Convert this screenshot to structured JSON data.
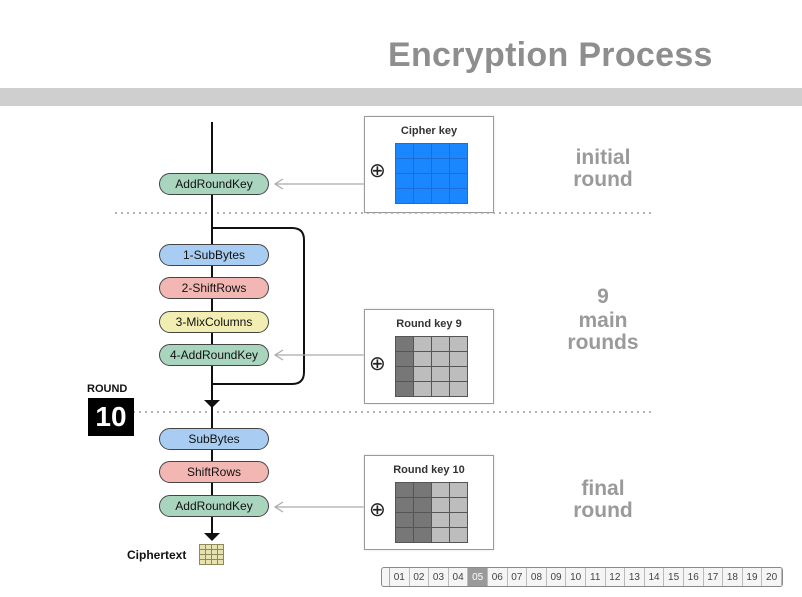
{
  "title": "Encryption Process",
  "flow": {
    "initial": [
      "AddRoundKey"
    ],
    "main": [
      "1-SubBytes",
      "2-ShiftRows",
      "3-MixColumns",
      "4-AddRoundKey"
    ],
    "final": [
      "SubBytes",
      "ShiftRows",
      "AddRoundKey"
    ]
  },
  "keys": {
    "cipher": "Cipher key",
    "round9": "Round key  9",
    "round10": "Round key 10"
  },
  "xor_symbol": "⊕",
  "sections": {
    "initial": "initial\nround",
    "main_count": "9",
    "main": "main\nrounds",
    "final": "final\nround"
  },
  "round_label": "ROUND",
  "round_number": "10",
  "ciphertext_label": "Ciphertext",
  "pager": {
    "pages": [
      "01",
      "02",
      "03",
      "04",
      "05",
      "06",
      "07",
      "08",
      "09",
      "10",
      "11",
      "12",
      "13",
      "14",
      "15",
      "16",
      "17",
      "18",
      "19",
      "20"
    ],
    "current": "05"
  },
  "colors": {
    "addroundkey": "#a9d5bf",
    "subbytes": "#a9cdf2",
    "shiftrows": "#f2b7b3",
    "mixcolumns": "#f2edb2",
    "cipher_key": "#1a86ff"
  }
}
